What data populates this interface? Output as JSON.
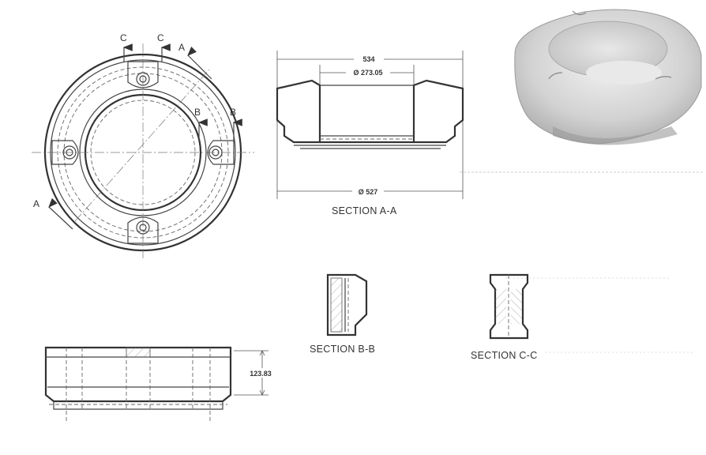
{
  "views": {
    "top_view": {
      "section_markers": {
        "c_left": "C",
        "c_right": "C",
        "a_top": "A",
        "a_bottom": "A",
        "b_left": "B",
        "b_right": "B"
      }
    },
    "section_a_a": {
      "caption": "SECTION A-A",
      "dim_top": "534",
      "dim_bore": "Ø 273.05",
      "dim_bottom": "Ø 527"
    },
    "section_b_b": {
      "caption": "SECTION B-B"
    },
    "section_c_c": {
      "caption": "SECTION C-C"
    },
    "side_view": {
      "dim_height": "123.83"
    }
  }
}
